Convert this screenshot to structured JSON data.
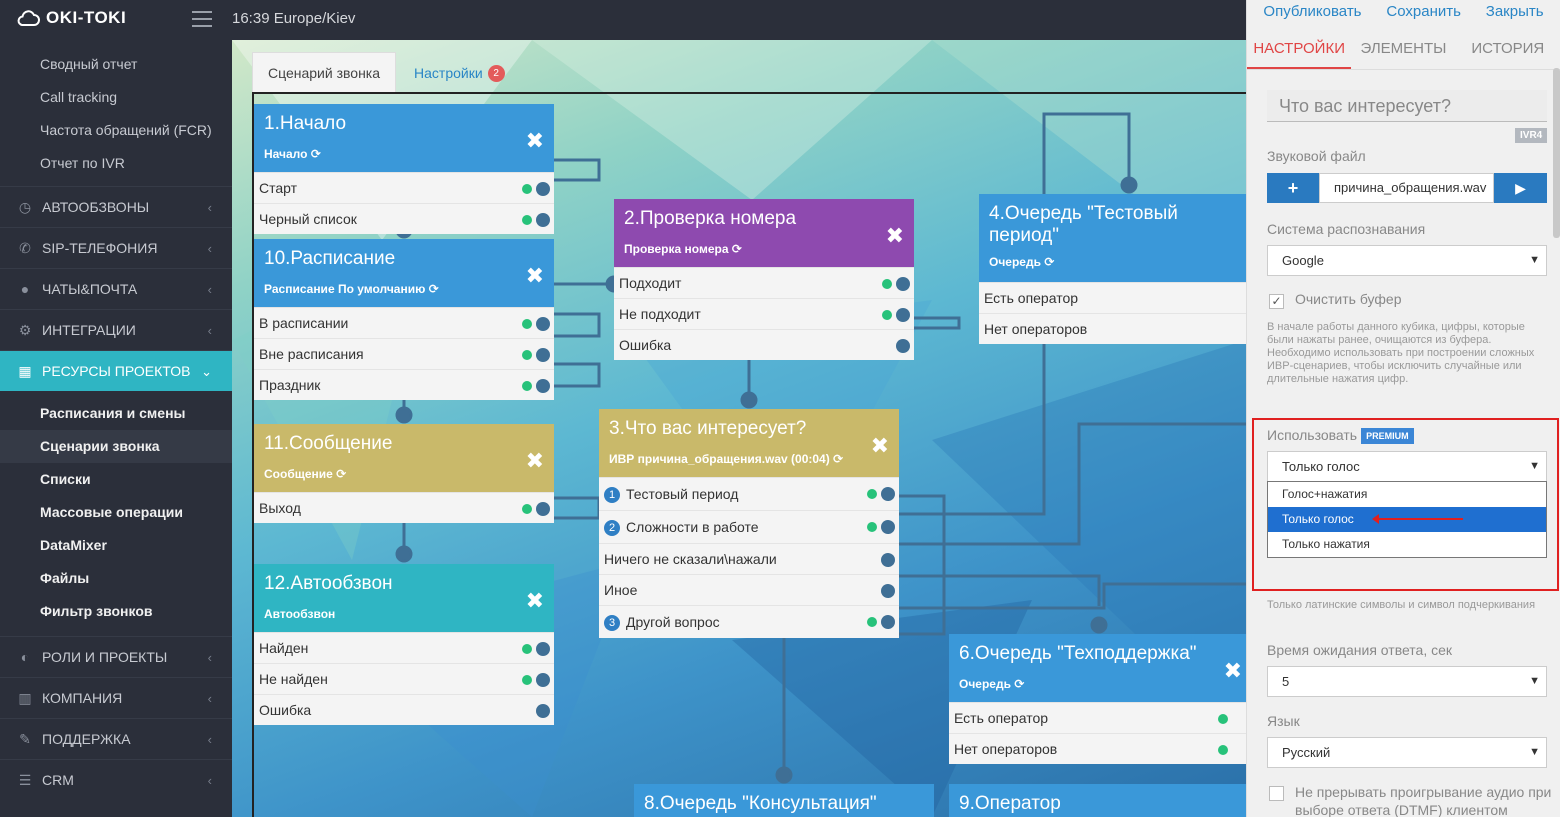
{
  "header": {
    "logo": "OKI-TOKI",
    "clock": "16:39  Europe/Kiev"
  },
  "sidebar": {
    "reports": [
      "Сводный отчет",
      "Call tracking",
      "Частота обращений (FCR)",
      "Отчет по IVR"
    ],
    "menu_top": [
      {
        "label": "АВТООБЗВОНЫ",
        "icon": "clock-icon"
      },
      {
        "label": "SIP-ТЕЛЕФОНИЯ",
        "icon": "phone-icon"
      },
      {
        "label": "ЧАТЫ&ПОЧТА",
        "icon": "chat-icon"
      },
      {
        "label": "ИНТЕГРАЦИИ",
        "icon": "gears-icon"
      }
    ],
    "active_menu": "РЕСУРСЫ ПРОЕКТОВ",
    "resources": [
      "Расписания и смены",
      "Сценарии звонка",
      "Списки",
      "Массовые операции",
      "DataMixer",
      "Файлы",
      "Фильтр звонков"
    ],
    "menu_bottom": [
      {
        "label": "РОЛИ И ПРОЕКТЫ",
        "icon": "toggle-icon"
      },
      {
        "label": "КОМПАНИЯ",
        "icon": "bar-chart-icon"
      },
      {
        "label": "ПОДДЕРЖКА",
        "icon": "wrench-icon"
      },
      {
        "label": "CRM",
        "icon": "list-icon"
      }
    ]
  },
  "tabs": {
    "scenario": "Сценарий звонка",
    "settings": "Настройки",
    "settings_badge": "2"
  },
  "nodes": {
    "n1": {
      "title": "1.Начало",
      "sub": "Начало",
      "rows": [
        "Старт",
        "Черный список"
      ]
    },
    "n10": {
      "title": "10.Расписание",
      "sub": "Расписание По умолчанию",
      "rows": [
        "В расписании",
        "Вне расписания",
        "Праздник"
      ]
    },
    "n11": {
      "title": "11.Сообщение",
      "sub": "Сообщение",
      "rows": [
        "Выход"
      ]
    },
    "n12": {
      "title": "12.Автообзвон",
      "sub": "Автообзвон",
      "rows": [
        "Найден",
        "Не найден",
        "Ошибка"
      ]
    },
    "n2": {
      "title": "2.Проверка номера",
      "sub": "Проверка номера",
      "rows": [
        "Подходит",
        "Не подходит",
        "Ошибка"
      ]
    },
    "n3": {
      "title": "3.Что вас интересует?",
      "sub": "ИВР причина_обращения.wav (00:04)",
      "rows": [
        "Тестовый период",
        "Сложности в работе",
        "Ничего не сказали\\нажали",
        "Иное",
        "Другой вопрос"
      ],
      "nums": [
        "1",
        "2",
        "",
        "",
        "3"
      ]
    },
    "n4": {
      "title": "4.Очередь \"Тестовый период\"",
      "sub": "Очередь",
      "rows": [
        "Есть оператор",
        "Нет операторов"
      ]
    },
    "n6": {
      "title": "6.Очередь \"Техподдержка\"",
      "sub": "Очередь",
      "rows": [
        "Есть оператор",
        "Нет операторов"
      ]
    },
    "n8": {
      "title": "8.Очередь \"Консультация\""
    },
    "n9": {
      "title": "9.Оператор"
    }
  },
  "panel": {
    "actions": [
      "Опубликовать",
      "Сохранить",
      "Закрыть"
    ],
    "tabs": [
      "НАСТРОЙКИ",
      "ЭЛЕМЕНТЫ",
      "ИСТОРИЯ"
    ],
    "question": "Что вас интересует?",
    "ivr_badge": "IVR4",
    "sound_label": "Звуковой файл",
    "sound_file": "причина_обращения.wav",
    "recog_label": "Система распознавания",
    "recog_value": "Google",
    "clear_label": "Очистить буфер",
    "clear_hint": "В начале работы данного кубика, цифры, которые были нажаты ранее, очищаются из буфера. Необходимо использовать при построении сложных ИВР-сценариев, чтобы исключить случайные или длительные нажатия цифр.",
    "use_label": "Использовать",
    "premium": "PREMIUM",
    "use_value": "Только голос",
    "use_options": [
      "Голос+нажатия",
      "Только голос",
      "Только нажатия"
    ],
    "latin_hint": "Только латинские символы и символ подчеркивания",
    "wait_label": "Время ожидания ответа, сек",
    "wait_value": "5",
    "lang_label": "Язык",
    "lang_value": "Русский",
    "nointerrupt_label": "Не прерывать проигрывание аудио при выборе ответа (DTMF) клиентом"
  },
  "colors": {
    "accent": "#2fb5c3",
    "link": "#2a86c6",
    "danger": "#e02020",
    "node_blue": "#3a98d9",
    "node_purple": "#8e4aaf",
    "node_olive": "#c9b96a",
    "node_teal": "#2fb5c3"
  }
}
